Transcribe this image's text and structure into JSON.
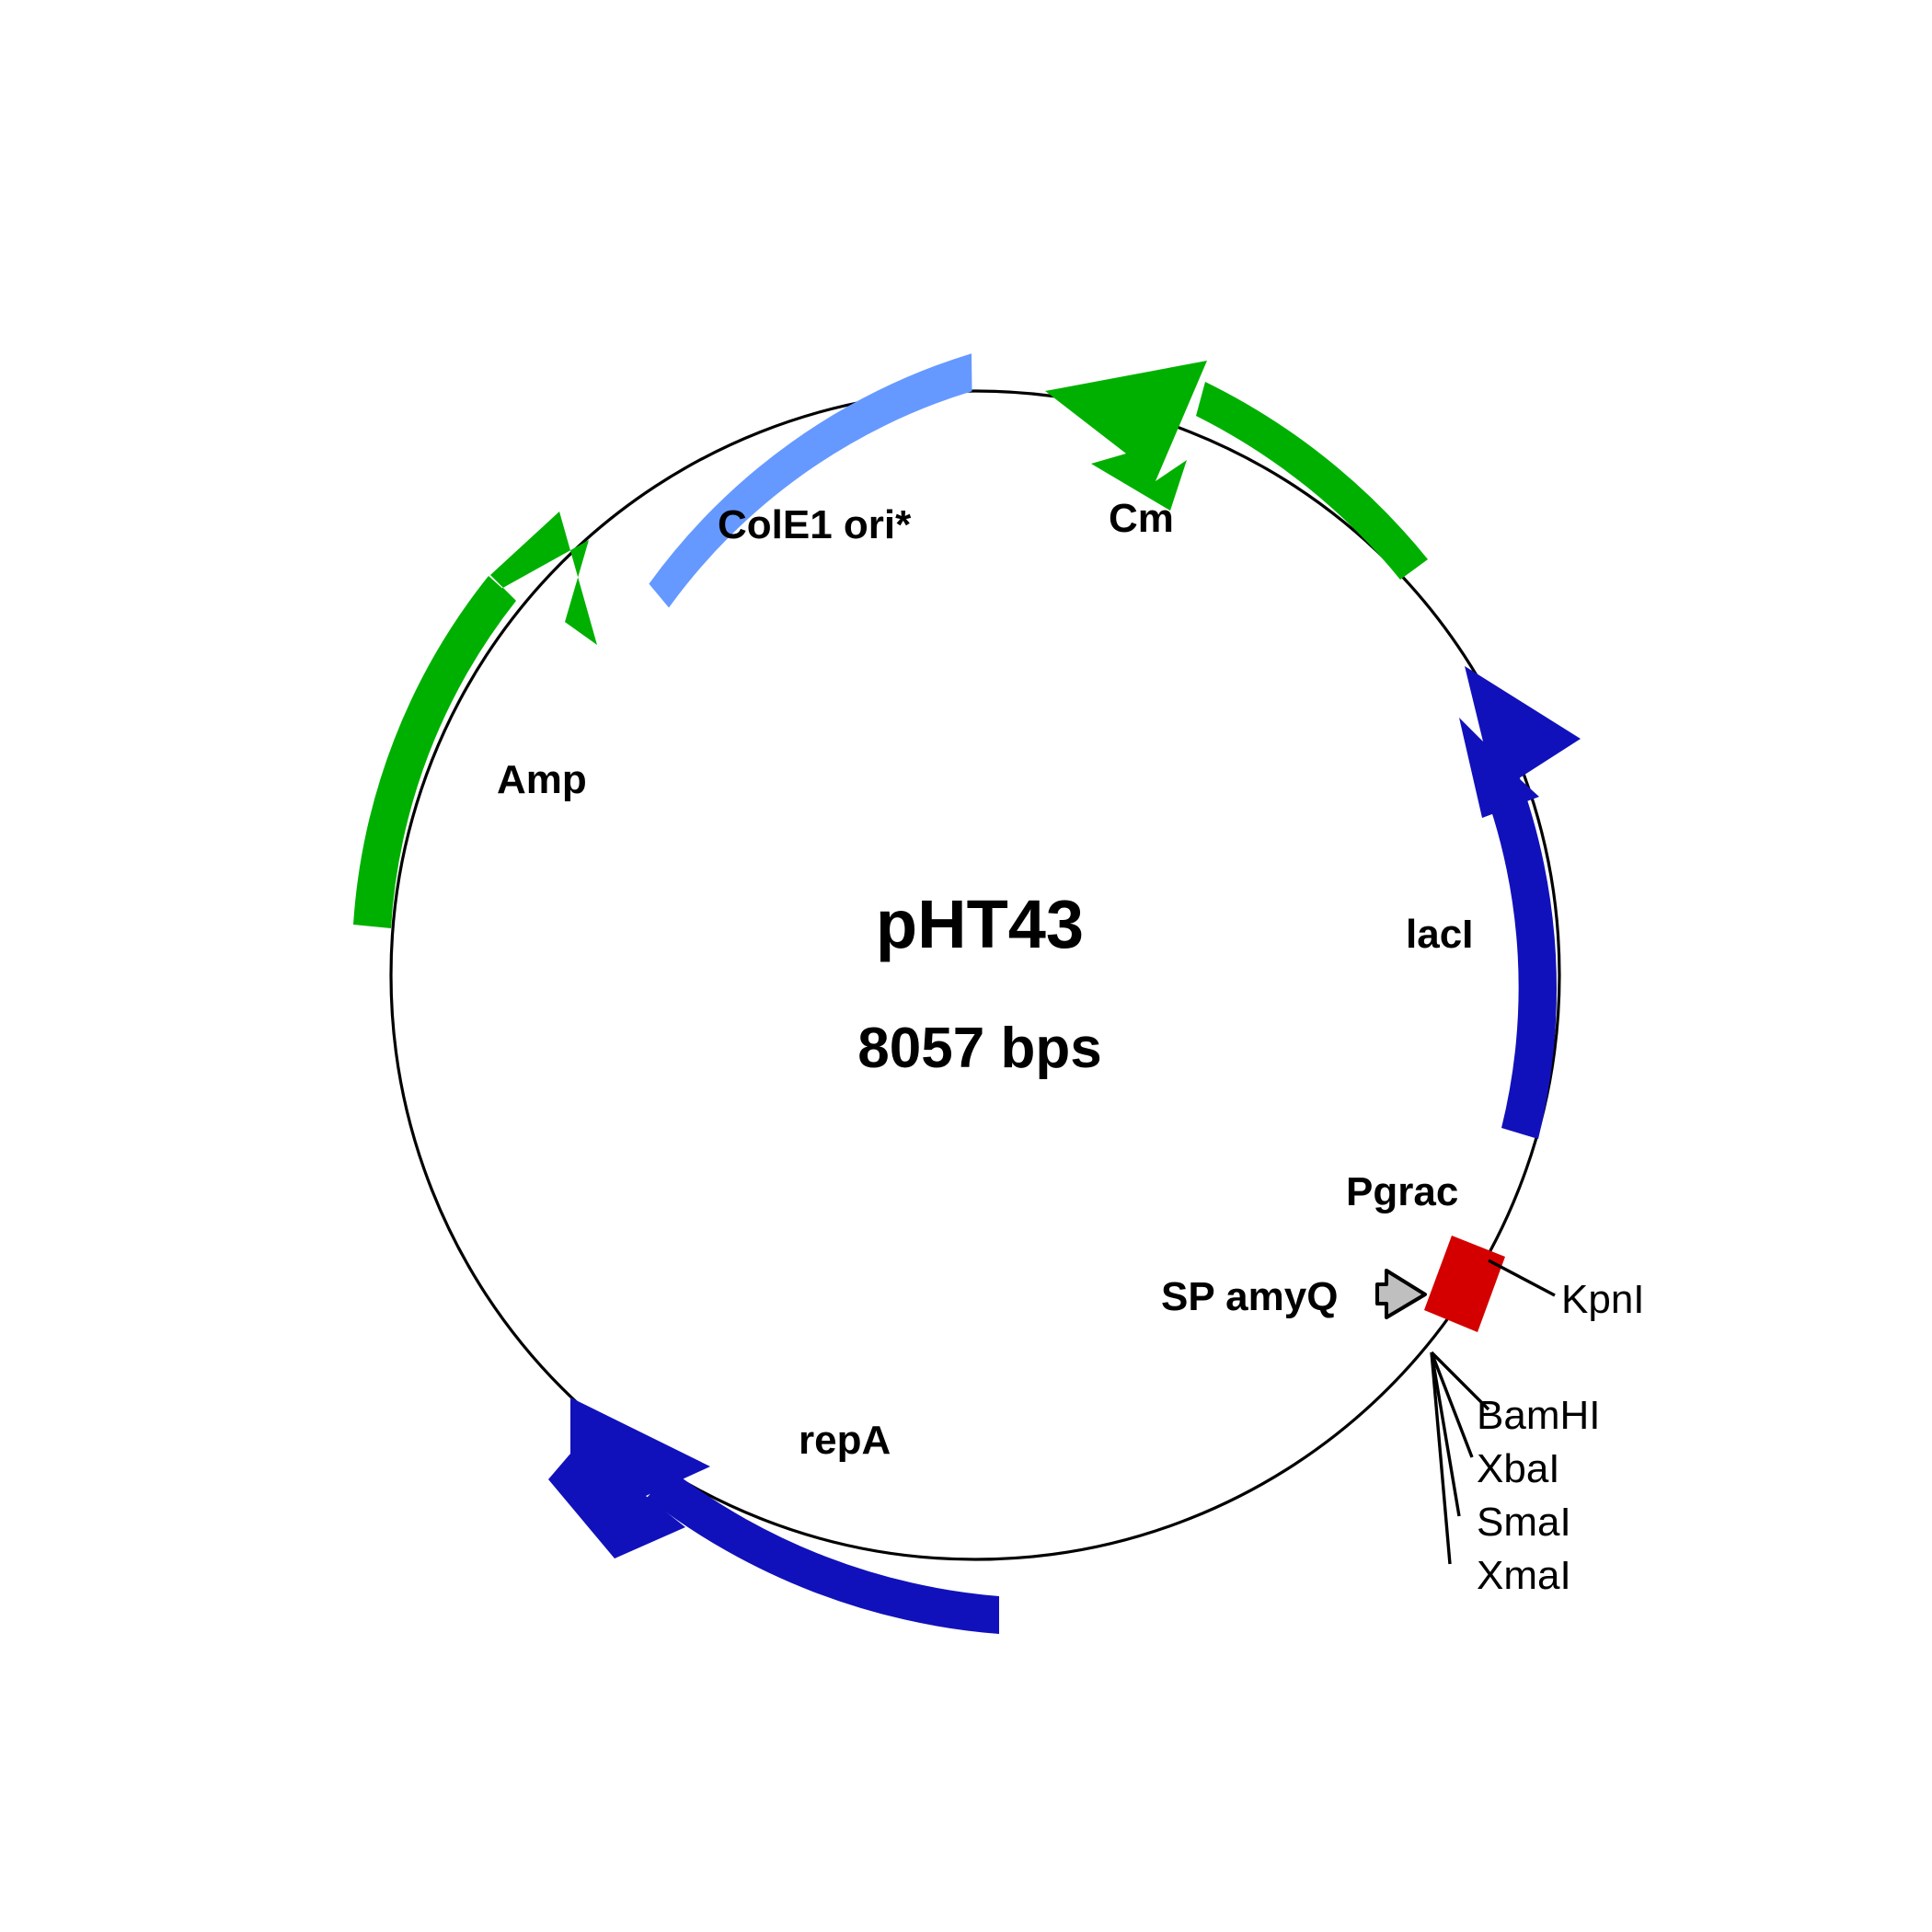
{
  "diagram": {
    "kind": "plasmid-map",
    "name": "pHT43",
    "size_label": "8057 bps",
    "size_bp": 8057,
    "background_color": "#ffffff",
    "backbone_color": "#000000"
  },
  "colors": {
    "green": "#00b000",
    "light_blue": "#6699ff",
    "dark_blue": "#1111bb",
    "red": "#d40000",
    "gray": "#808080",
    "black": "#000000"
  },
  "features": [
    {
      "id": "cole1-ori",
      "label": "ColE1 ori*",
      "color": "#6699ff",
      "shape": "arc",
      "arrowhead": "none",
      "direction": "none"
    },
    {
      "id": "cm",
      "label": "Cm",
      "color": "#00b000",
      "shape": "arrow",
      "arrowhead": "start",
      "direction": "counterclockwise"
    },
    {
      "id": "laci",
      "label": "lacI",
      "color": "#1111bb",
      "shape": "arrow",
      "arrowhead": "start",
      "direction": "counterclockwise"
    },
    {
      "id": "pgrac",
      "label": "Pgrac",
      "color": "#d40000",
      "shape": "box",
      "arrowhead": "none",
      "direction": "none"
    },
    {
      "id": "sp-amyq",
      "label": "SP amyQ",
      "color": "#808080",
      "shape": "small-arrow",
      "arrowhead": "end",
      "direction": "clockwise"
    },
    {
      "id": "repa",
      "label": "repA",
      "color": "#1111bb",
      "shape": "arrow",
      "arrowhead": "start",
      "direction": "counterclockwise"
    },
    {
      "id": "amp",
      "label": "Amp",
      "color": "#00b000",
      "shape": "arrow",
      "arrowhead": "end",
      "direction": "clockwise"
    }
  ],
  "restriction_sites": [
    {
      "id": "kpni",
      "label": "KpnI"
    },
    {
      "id": "bamhi",
      "label": "BamHI"
    },
    {
      "id": "xbai",
      "label": "XbaI"
    },
    {
      "id": "smai",
      "label": "SmaI"
    },
    {
      "id": "xmai",
      "label": "XmaI"
    }
  ],
  "chart_data": {
    "type": "diagram",
    "title": "pHT43",
    "subtitle": "8057 bps",
    "circle_center": [
      1060,
      1060
    ],
    "circle_radius": 635,
    "features": [
      {
        "name": "ColE1 ori*",
        "color": "#6699ff",
        "start_deg": -62,
        "end_deg": -19,
        "strand": "none"
      },
      {
        "name": "Cm",
        "color": "#00b000",
        "start_deg": 12,
        "end_deg": 55,
        "strand": "-"
      },
      {
        "name": "lacI",
        "color": "#1111bb",
        "start_deg": 62,
        "end_deg": 122,
        "strand": "-"
      },
      {
        "name": "Pgrac",
        "color": "#d40000",
        "start_deg": 131,
        "end_deg": 139,
        "strand": "none"
      },
      {
        "name": "SP amyQ",
        "color": "#808080",
        "start_deg": 140,
        "end_deg": 145,
        "strand": "+"
      },
      {
        "name": "repA",
        "color": "#1111bb",
        "start_deg": 186,
        "end_deg": 240,
        "strand": "-"
      },
      {
        "name": "Amp",
        "color": "#00b000",
        "start_deg": 262,
        "end_deg": 316,
        "strand": "+"
      }
    ],
    "sites": [
      {
        "name": "KpnI",
        "angle_deg": 136
      },
      {
        "name": "BamHI",
        "angle_deg": 147
      },
      {
        "name": "XbaI",
        "angle_deg": 149
      },
      {
        "name": "SmaI",
        "angle_deg": 151
      },
      {
        "name": "XmaI",
        "angle_deg": 153
      }
    ]
  }
}
